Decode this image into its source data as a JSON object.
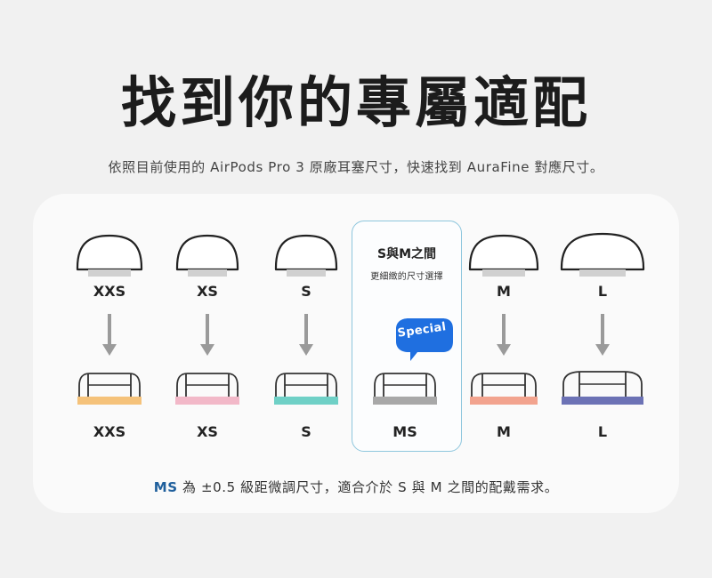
{
  "heading": {
    "title": "找到你的專屬適配",
    "subtitle": "依照目前使用的 AirPods Pro 3 原廠耳塞尺寸，快速找到 AuraFine 對應尺寸。"
  },
  "sizes": [
    {
      "top_label": "XXS",
      "bottom_label": "XXS",
      "band_color": "#f5c27a"
    },
    {
      "top_label": "XS",
      "bottom_label": "XS",
      "band_color": "#f2b8c8"
    },
    {
      "top_label": "S",
      "bottom_label": "S",
      "band_color": "#6fd0c6"
    },
    {
      "top_label": "",
      "bottom_label": "MS",
      "band_color": "#a8a8a8"
    },
    {
      "top_label": "M",
      "bottom_label": "M",
      "band_color": "#f2a38e"
    },
    {
      "top_label": "L",
      "bottom_label": "L",
      "band_color": "#6c72b5"
    }
  ],
  "ms_highlight": {
    "heading": "S與M之間",
    "subheading": "更細緻的尺寸選擇",
    "badge": "Special",
    "badge_color": "#1f6fe0",
    "border_color": "#8ec6dd"
  },
  "footnote": {
    "emphasis": "MS",
    "text": " 為 ±0.5 級距微調尺寸，適合介於 S 與 M 之間的配戴需求。",
    "emphasis_color": "#1f5f9c"
  }
}
